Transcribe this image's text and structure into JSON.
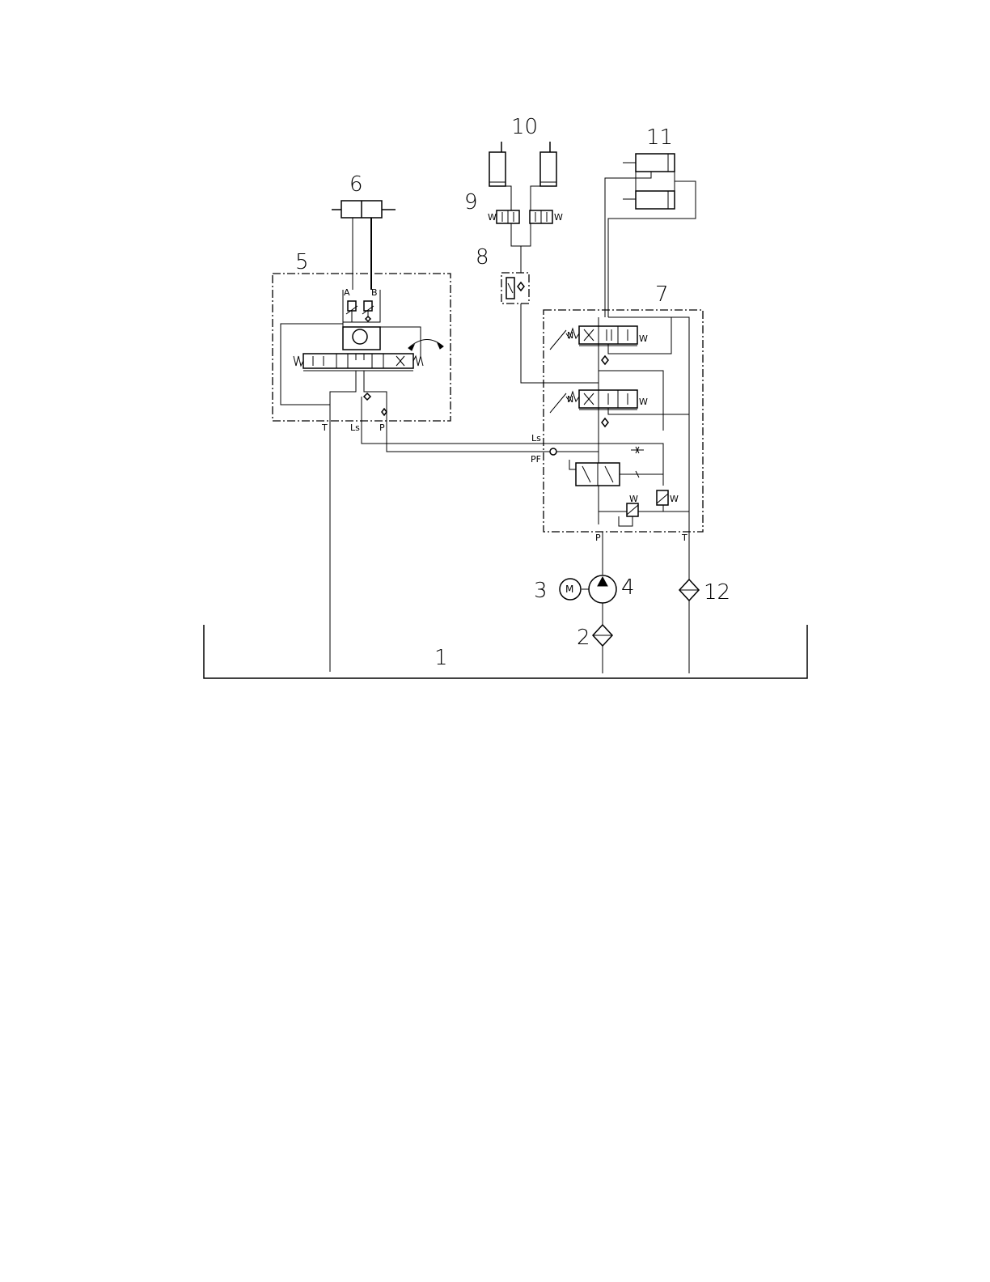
{
  "diagram": {
    "numbers": {
      "n1": "1",
      "n2": "2",
      "n3": "3",
      "n4": "4",
      "n5": "5",
      "n6": "6",
      "n7": "7",
      "n8": "8",
      "n9": "9",
      "n10": "10",
      "n11": "11",
      "n12": "12"
    },
    "ports": {
      "valve5_a": "A",
      "valve5_b": "B",
      "valve5_t": "T",
      "valve5_ls": "Ls",
      "valve5_p": "P",
      "valve7_ls": "Ls",
      "valve7_pf": "PF",
      "valve7_p": "P",
      "valve7_t": "T"
    },
    "symbols": {
      "motor": "M",
      "spring_w": "W",
      "spring_n": "N"
    }
  }
}
